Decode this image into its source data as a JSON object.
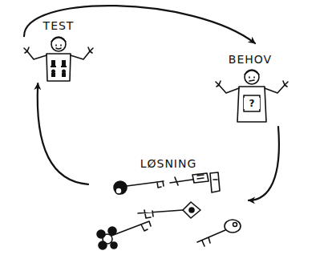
{
  "diagram": {
    "nodes": [
      {
        "text": [
          "TEST"
        ]
      },
      {
        "text": [
          "BEHOV"
        ]
      },
      {
        "text": [
          "LØSNING"
        ]
      }
    ],
    "edges": [
      {
        "from": 0,
        "to": 1,
        "arrow": "to"
      },
      {
        "from": 1,
        "to": 2,
        "arrow": "to"
      },
      {
        "from": 2,
        "to": 0,
        "arrow": "to"
      }
    ],
    "labels": [
      "?"
    ]
  }
}
